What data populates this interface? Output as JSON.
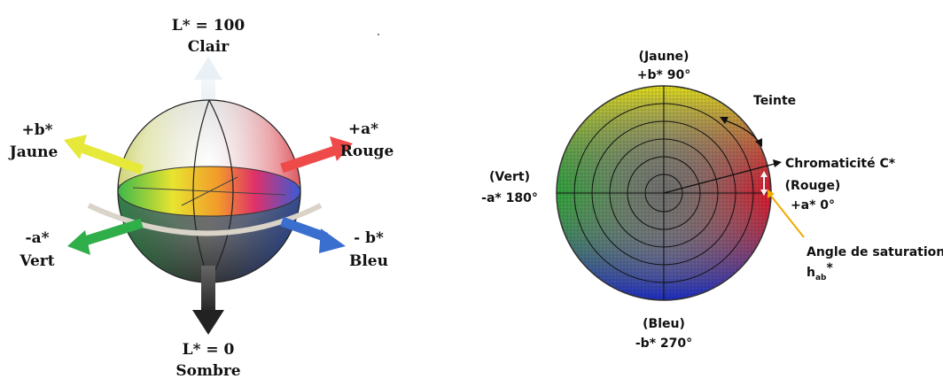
{
  "left_figure": {
    "l_top_label": "L* = 100",
    "l_top_sub": "Clair",
    "l_bottom_label": "L* = 0",
    "l_bottom_sub": "Sombre",
    "plus_b_label": "+b*",
    "plus_b_sub": "Jaune",
    "plus_a_label": "+a*",
    "plus_a_sub": "Rouge",
    "minus_a_label": "-a*",
    "minus_a_sub": "Vert",
    "minus_b_label": "- b*",
    "minus_b_sub": "Bleu"
  },
  "right_figure": {
    "top_label": "(Jaune)",
    "top_sub": "+b* 90°",
    "left_label": "(Vert)",
    "left_sub": "-a* 180°",
    "right_label": "(Rouge)",
    "right_sub": "+a* 0°",
    "bottom_label": "(Bleu)",
    "bottom_sub": "-b* 270°",
    "teinte_label": "Teinte",
    "chroma_label": "Chromaticité C*",
    "angle_label": "Angle de saturation",
    "h_label": "h",
    "h_subscript": "ab",
    "h_suffix": "*"
  },
  "colors": {
    "yellow": "#f2e600",
    "red": "#e8202a",
    "green": "#2ea84a",
    "blue": "#2b3fc4",
    "arrow_orange": "#f2a900"
  }
}
